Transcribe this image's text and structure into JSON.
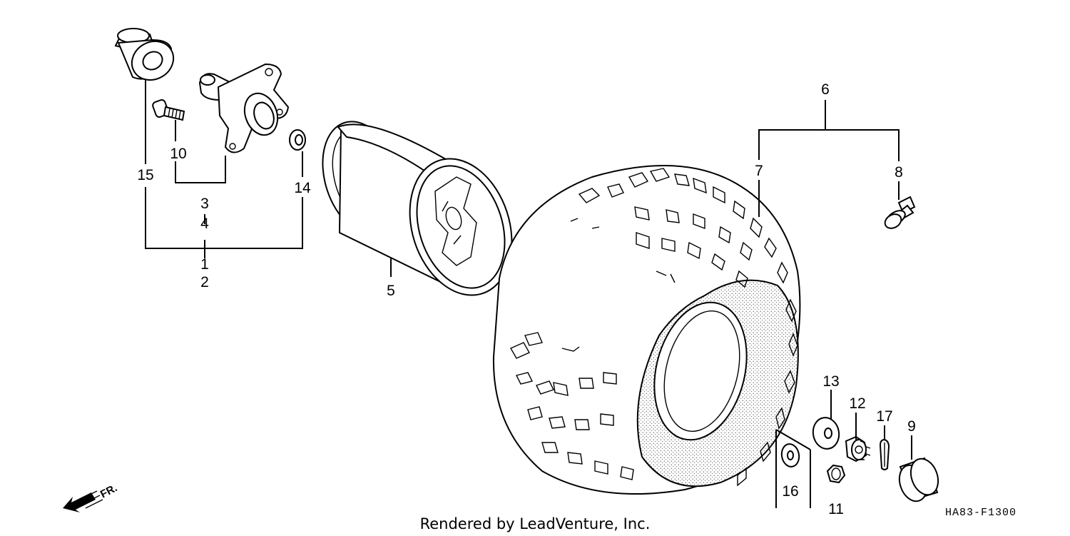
{
  "callouts": [
    {
      "id": "c1",
      "text": "1"
    },
    {
      "id": "c2",
      "text": "2"
    },
    {
      "id": "c3",
      "text": "3"
    },
    {
      "id": "c4",
      "text": "4"
    },
    {
      "id": "c5",
      "text": "5"
    },
    {
      "id": "c6",
      "text": "6"
    },
    {
      "id": "c7",
      "text": "7"
    },
    {
      "id": "c8",
      "text": "8"
    },
    {
      "id": "c9",
      "text": "9"
    },
    {
      "id": "c10",
      "text": "10"
    },
    {
      "id": "c11",
      "text": "11"
    },
    {
      "id": "c12",
      "text": "12"
    },
    {
      "id": "c13",
      "text": "13"
    },
    {
      "id": "c14",
      "text": "14"
    },
    {
      "id": "c15",
      "text": "15"
    },
    {
      "id": "c16",
      "text": "16"
    },
    {
      "id": "c17",
      "text": "17"
    }
  ],
  "direction_label": "FR.",
  "diagram_code": "HA83-F1300",
  "credit": "Rendered by LeadVenture, Inc."
}
